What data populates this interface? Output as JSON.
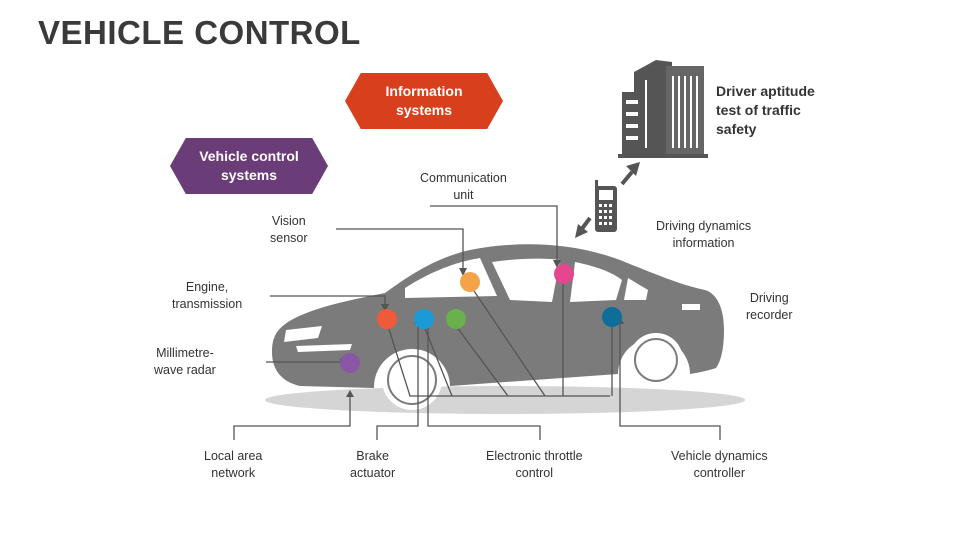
{
  "title": "VEHICLE CONTROL",
  "badges": {
    "information": [
      "Information",
      "systems"
    ],
    "vehicle_control": [
      "Vehicle control",
      "systems"
    ]
  },
  "driver_test": [
    "Driver aptitude",
    "test of traffic",
    "safety"
  ],
  "labels": {
    "communication": [
      "Communication",
      "unit"
    ],
    "vision": [
      "Vision",
      "sensor"
    ],
    "engine": [
      "Engine,",
      "transmission"
    ],
    "radar": [
      "Millimetre-",
      "wave radar"
    ],
    "dynamics_info": [
      "Driving dynamics",
      "information"
    ],
    "recorder": [
      "Driving",
      "recorder"
    ],
    "lan": [
      "Local area",
      "network"
    ],
    "brake": [
      "Brake",
      "actuator"
    ],
    "throttle": [
      "Electronic throttle",
      "control"
    ],
    "vdc": [
      "Vehicle dynamics",
      "controller"
    ]
  },
  "colors": {
    "title": "#3a3a3a",
    "info_badge": "#d8401d",
    "vcs_badge": "#6b3d78",
    "car": "#7b7b7b",
    "node_orange": "#f5a34b",
    "node_pink": "#e4478d",
    "node_red": "#ef5a3a",
    "node_blue": "#1c9ad6",
    "node_green": "#6ab04c",
    "node_teal": "#0f6e98",
    "node_purple": "#8a56a6"
  },
  "icons": [
    "building-icon",
    "mobile-phone-icon",
    "arrow-icon"
  ]
}
